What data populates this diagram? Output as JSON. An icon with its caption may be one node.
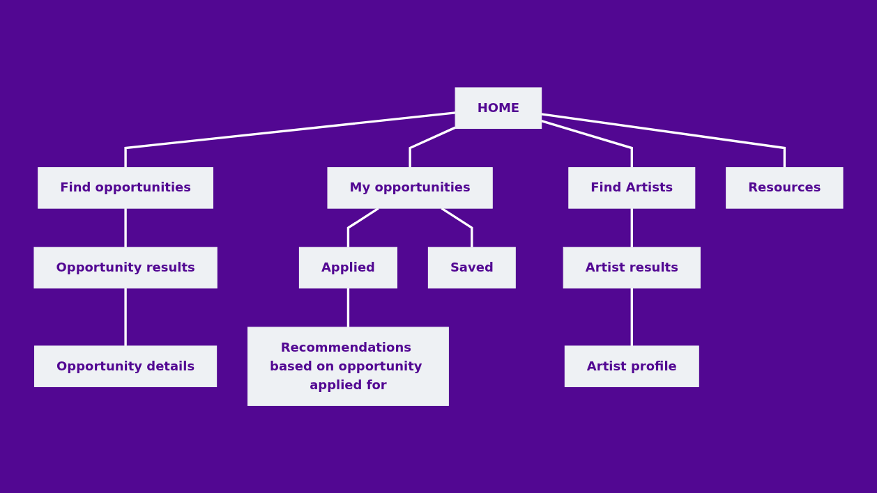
{
  "diagram": {
    "nodes": [
      {
        "text": [
          "HOME"
        ]
      },
      {
        "text": [
          "Find opportunities"
        ]
      },
      {
        "text": [
          "My opportunities"
        ]
      },
      {
        "text": [
          "Find Artists"
        ]
      },
      {
        "text": [
          "Resources"
        ]
      },
      {
        "text": [
          "Opportunity results"
        ]
      },
      {
        "text": [
          "Opportunity details"
        ]
      },
      {
        "text": [
          "Applied"
        ]
      },
      {
        "text": [
          "Saved"
        ]
      },
      {
        "text": [
          "Recommendations based on opportunity applied for"
        ]
      },
      {
        "text": [
          "Artist results"
        ]
      },
      {
        "text": [
          "Artist profile"
        ]
      }
    ],
    "edges": [
      {
        "from": 0,
        "to": 1,
        "arrow": "none"
      },
      {
        "from": 0,
        "to": 2,
        "arrow": "none"
      },
      {
        "from": 0,
        "to": 3,
        "arrow": "none"
      },
      {
        "from": 0,
        "to": 4,
        "arrow": "none"
      },
      {
        "from": 1,
        "to": 5,
        "arrow": "none"
      },
      {
        "from": 5,
        "to": 6,
        "arrow": "none"
      },
      {
        "from": 2,
        "to": 7,
        "arrow": "none"
      },
      {
        "from": 2,
        "to": 8,
        "arrow": "none"
      },
      {
        "from": 7,
        "to": 9,
        "arrow": "none"
      },
      {
        "from": 3,
        "to": 10,
        "arrow": "none"
      },
      {
        "from": 10,
        "to": 11,
        "arrow": "none"
      }
    ]
  }
}
